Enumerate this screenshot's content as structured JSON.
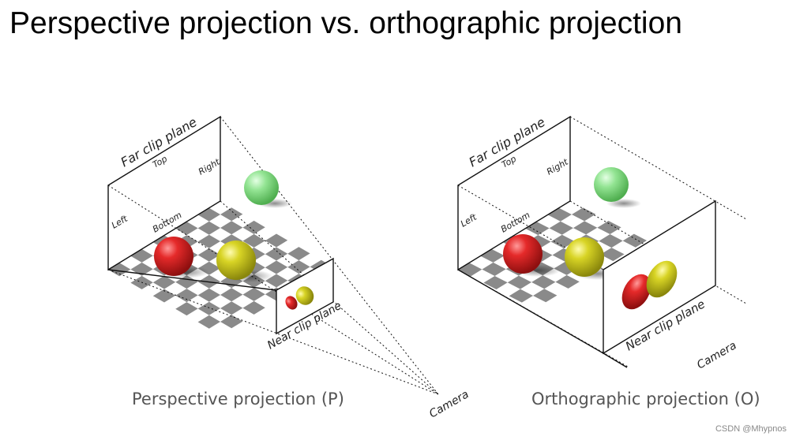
{
  "title": "Perspective projection vs. orthographic projection",
  "perspective": {
    "caption": "Perspective projection (P)",
    "far_plane": "Far clip plane",
    "near_plane": "Near clip plane",
    "top": "Top",
    "right": "Right",
    "left": "Left",
    "bottom": "Bottom"
  },
  "orthographic": {
    "caption": "Orthographic projection (O)",
    "far_plane": "Far clip plane",
    "near_plane": "Near clip plane",
    "top": "Top",
    "right": "Right",
    "left": "Left",
    "bottom": "Bottom",
    "camera": "Camera"
  },
  "camera": "Camera",
  "watermark": "CSDN @Mhypnos",
  "colors": {
    "red_sphere": "#d81c1c",
    "yellow_sphere": "#c8c41c",
    "green_sphere": "#8ee08e",
    "checker": "#8a8a8a"
  }
}
